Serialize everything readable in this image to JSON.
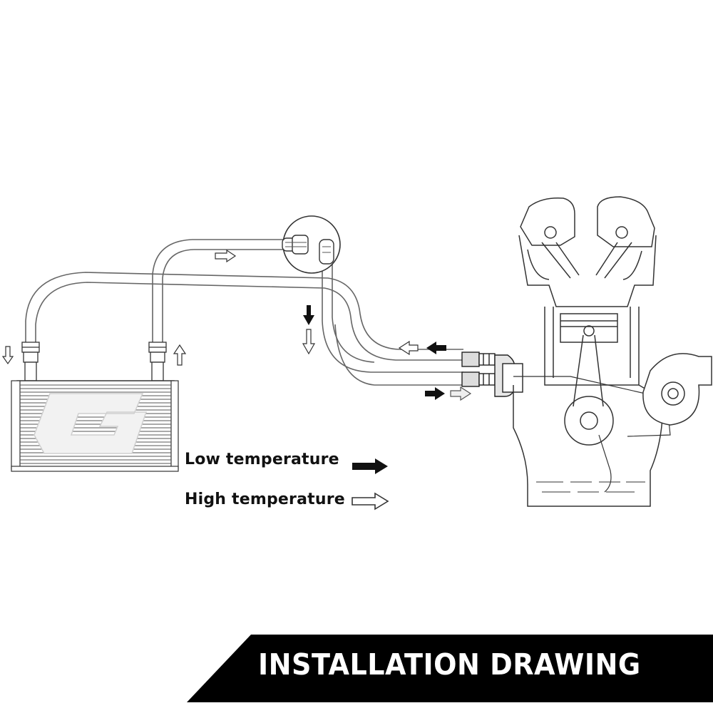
{
  "title": "INSTALLATION DRAWING",
  "legend": {
    "low": {
      "label": "Low temperature",
      "style": "solid-black-arrow",
      "color": "#111111"
    },
    "high": {
      "label": "High temperature",
      "style": "hollow-white-arrow",
      "color": "#ffffff"
    }
  },
  "brand_logo": {
    "letter": "G"
  },
  "colors": {
    "line": "#555555",
    "banner": "#000000",
    "banner_text": "#ffffff",
    "background": "#ffffff"
  },
  "components": [
    "oil-cooler",
    "oil-lines",
    "sandwich-adapter",
    "engine-cutaway",
    "thermostat-inset",
    "turbocharger"
  ]
}
